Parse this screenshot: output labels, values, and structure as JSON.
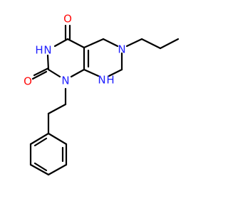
{
  "colors": {
    "carbon": "#000000",
    "nitrogen": "#2020ff",
    "oxygen": "#ff0d0d",
    "background": "#ffffff"
  },
  "atoms": {
    "o_top": "O",
    "o_left": "O",
    "nh_top": {
      "n": "N",
      "h": "H"
    },
    "n_right": "N",
    "n_bottom": "N",
    "nh_right": {
      "n": "N",
      "h": "H"
    }
  }
}
